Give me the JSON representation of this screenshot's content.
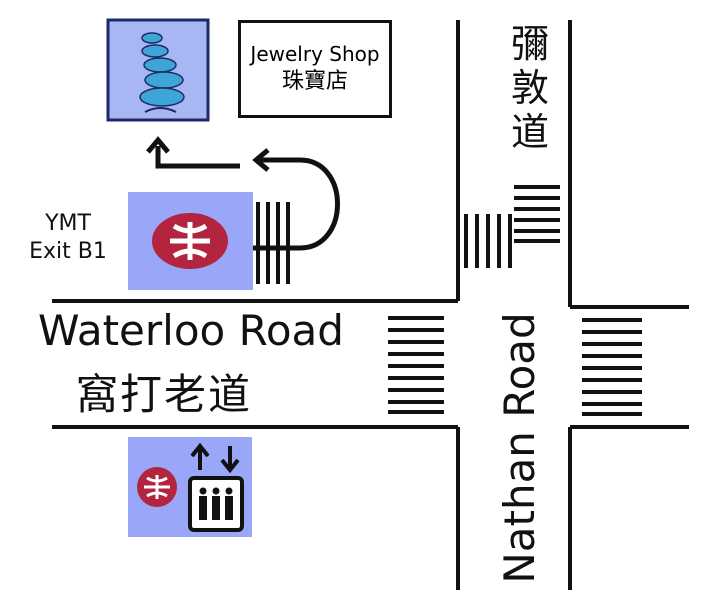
{
  "map": {
    "landmarks": {
      "jewelry_shop_en": "Jewelry Shop",
      "jewelry_shop_zh": "珠寶店",
      "sculpture_icon": "stacked-stones-sculpture-icon"
    },
    "station": {
      "exit_line1": "YMT",
      "exit_line2": "Exit B1",
      "exit_logo_icon": "mtr-logo-icon",
      "lift_icon": "elevator-icon"
    },
    "roads": {
      "waterloo_en": "Waterloo Road",
      "waterloo_zh": "窩打老道",
      "nathan_en": "Nathan Road",
      "nathan_zh": "彌敦道"
    },
    "colors": {
      "station_box": "#9aa6f8",
      "mtr_red": "#b3243f",
      "sculpture_bg": "#a9b6f4",
      "sculpture_stone": "#3ea6d6"
    }
  }
}
